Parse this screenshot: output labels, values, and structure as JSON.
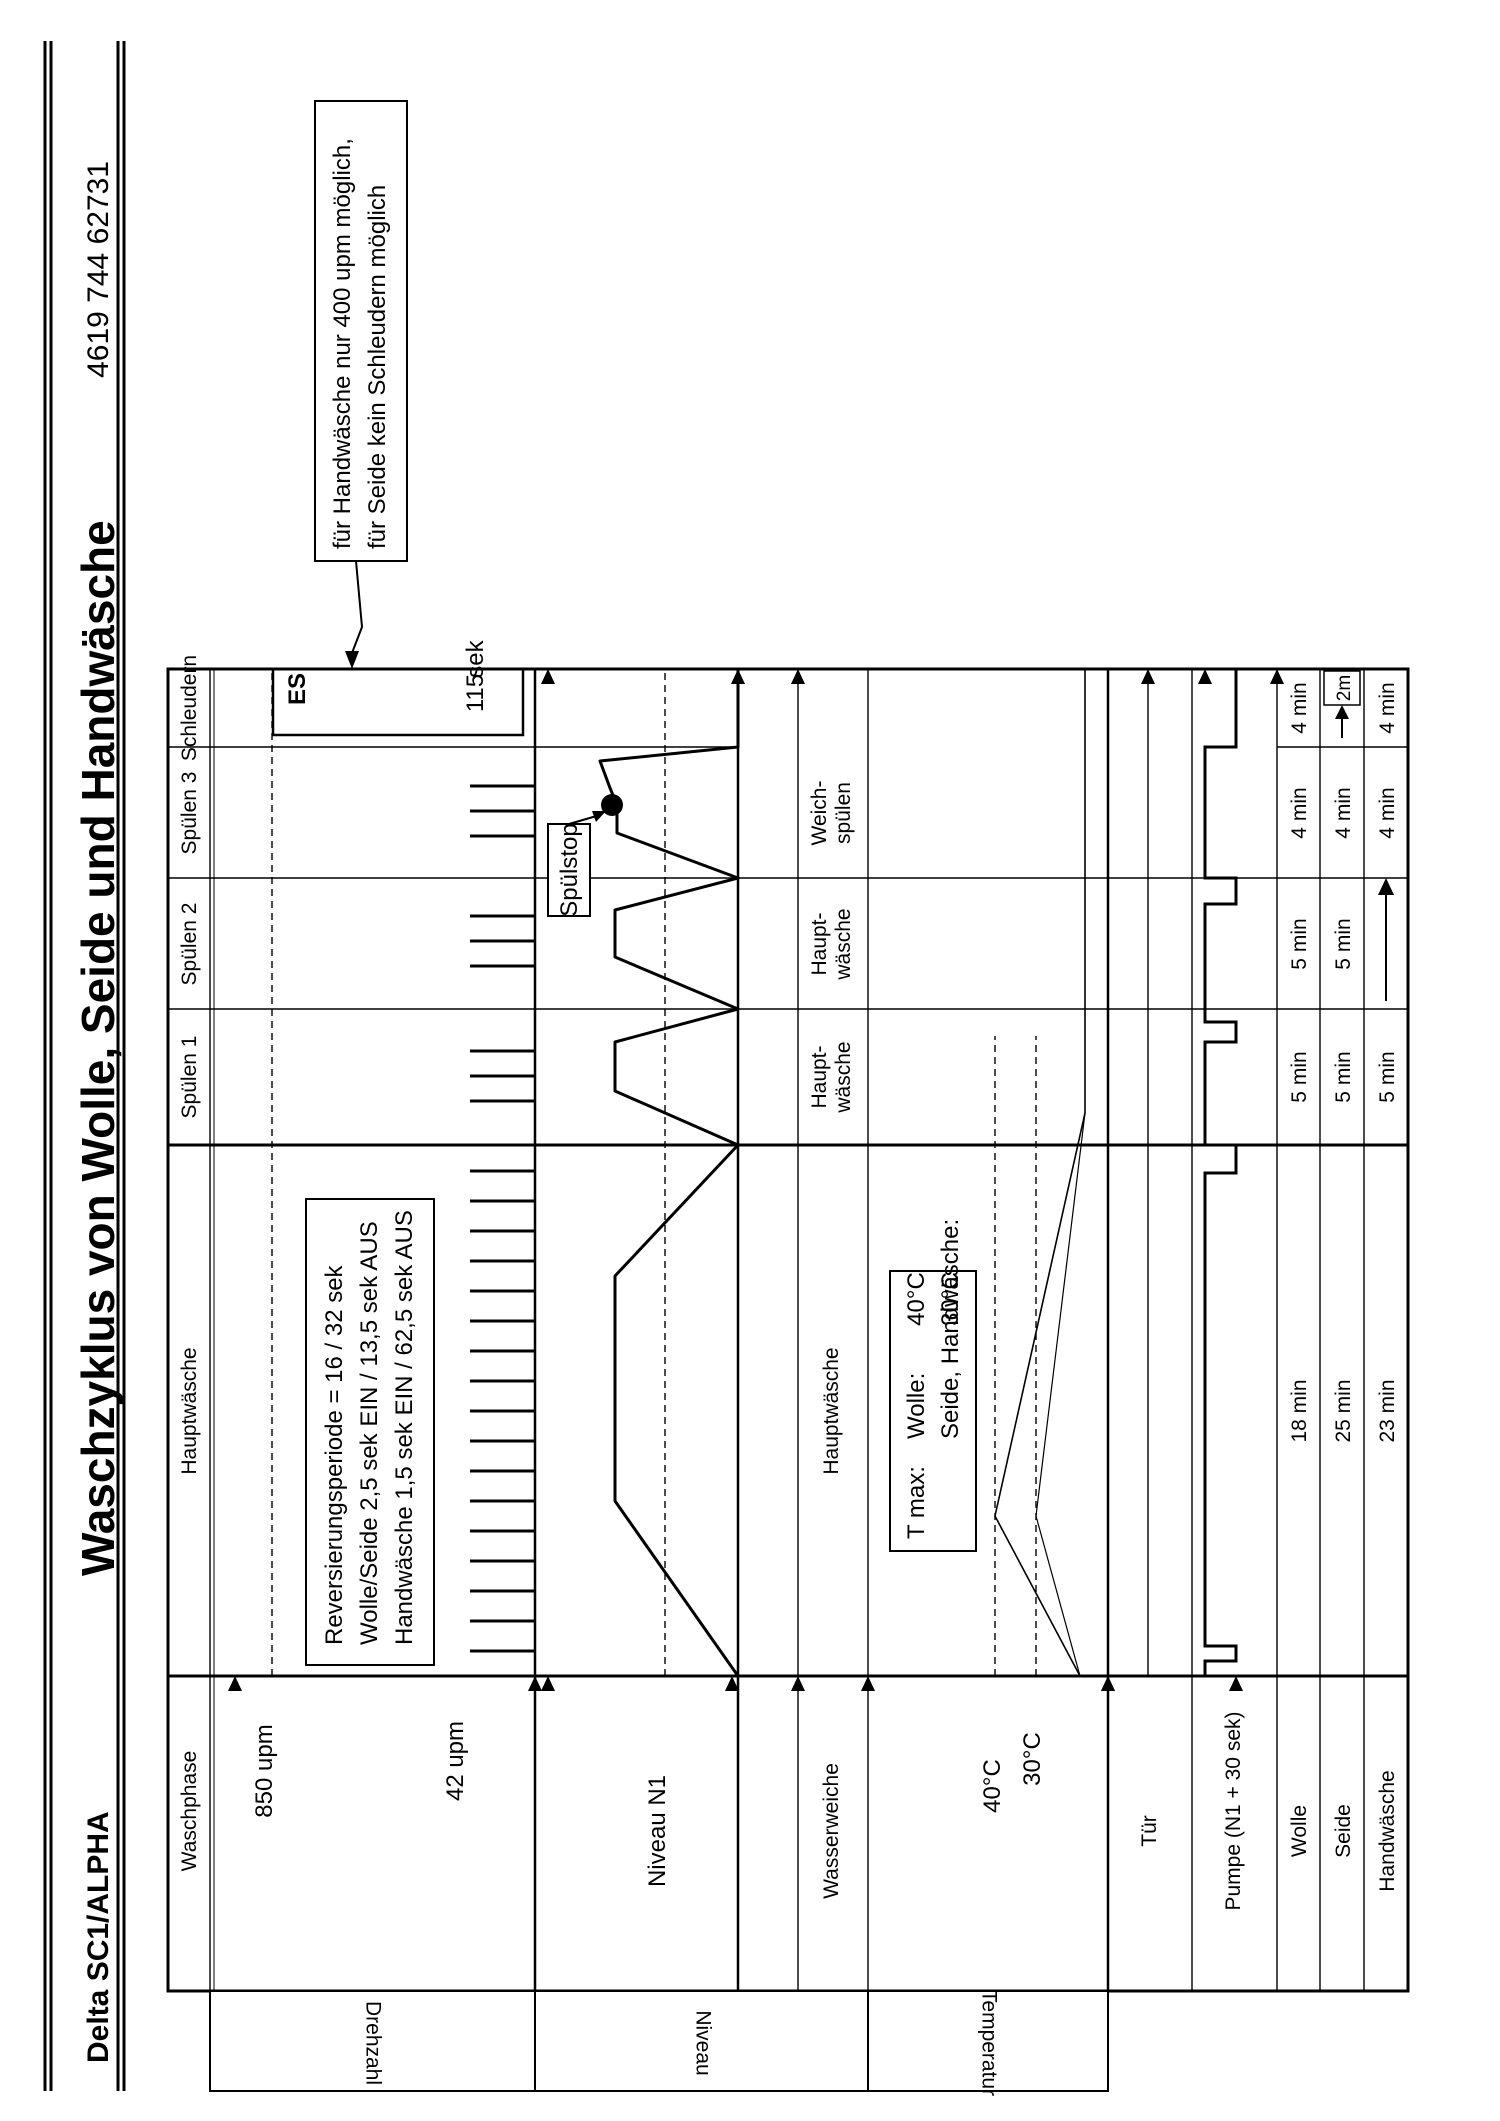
{
  "header": {
    "model": "Delta SC1/ALPHA",
    "title": "Waschzyklus von Wolle, Seide und Handwäsche",
    "doc_number": "4619 744 62731"
  },
  "phases": {
    "waschphase": "Waschphase",
    "hauptwaesche": "Hauptwäsche",
    "spuelen1": "Spülen 1",
    "spuelen2": "Spülen 2",
    "spuelen3": "Spülen 3",
    "schleudern": "Schleudern"
  },
  "side_labels": {
    "drehzahl": "Drehzahl",
    "niveau": "Niveau",
    "temperatur": "Temperatur"
  },
  "rows": {
    "speed_high": "850 upm",
    "speed_low": "42 upm",
    "niveau_n1": "Niveau N1",
    "wasserweiche": "Wasserweiche",
    "temp_40": "40°C",
    "temp_30": "30°C",
    "tuer": "Tür",
    "pumpe": "Pumpe  (N1 + 30 sek)",
    "wolle": "Wolle",
    "seide": "Seide",
    "handwaesche": "Handwäsche"
  },
  "notes": {
    "reversierung": [
      "Reversierungsperiode = 16 / 32 sek",
      "Wolle/Seide  2,5 sek EIN / 13,5 sek AUS",
      "Handwäsche 1,5 sek EIN / 62,5 sek AUS"
    ],
    "es": "ES",
    "es_time": [
      "115",
      "sek"
    ],
    "schleudern_note": [
      "für Handwäsche nur 400 upm möglich,",
      "für Seide kein Schleudern möglich"
    ],
    "spuelstop": "Spülstop",
    "tmax": {
      "label": "T max:",
      "wolle_label": "Wolle:",
      "wolle_value": "40°C",
      "seide_label": "Seide, Handwäsche:",
      "seide_value": "30°C"
    }
  },
  "wasserweiche": {
    "hauptwaesche": "Hauptwäsche",
    "spuelen1": [
      "Haupt-",
      "wäsche"
    ],
    "spuelen2": [
      "Haupt-",
      "wäsche"
    ],
    "spuelen3": [
      "Weich-",
      "spülen"
    ]
  },
  "durations": {
    "wolle": [
      "18 min",
      "5 min",
      "5 min",
      "4 min",
      "4 min"
    ],
    "seide": [
      "25 min",
      "5 min",
      "5 min",
      "4 min",
      "2m"
    ],
    "handwaesche": [
      "23 min",
      "5 min",
      "",
      "4 min",
      "4 min"
    ]
  }
}
